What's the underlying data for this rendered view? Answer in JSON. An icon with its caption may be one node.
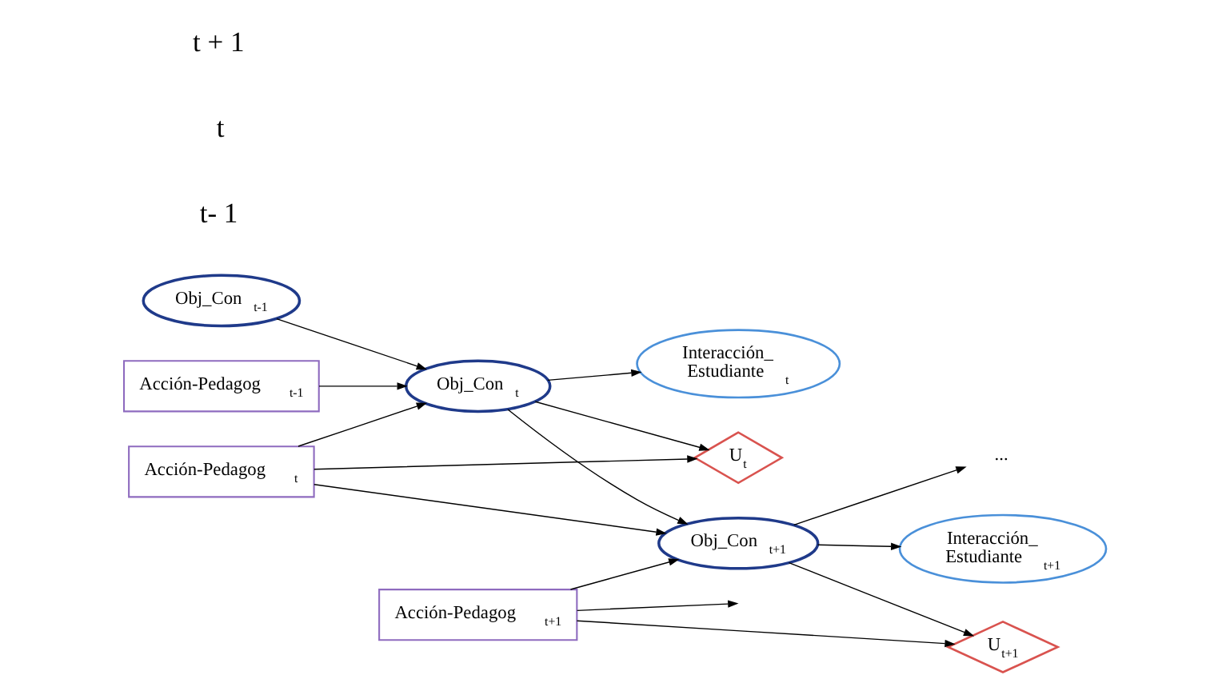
{
  "diagram": {
    "nodes": [
      {
        "text": [
          "Acción-Pedagog$_{t-1}$"
        ]
      },
      {
        "text": [
          "Obj_Con$_{t-1}$"
        ]
      },
      {
        "text": [
          "Acción-Pedagog$_{t}$"
        ]
      },
      {
        "text": [
          "U$_{t}$"
        ]
      },
      {
        "text": [
          "Obj_Con$_{t}$"
        ]
      },
      {
        "text": [
          "Interacción_ Estudiante$_{t}$"
        ]
      },
      {
        "text": [
          "Acción-Pedagog$_{t+1}$"
        ]
      },
      {
        "text": [
          "U$_{t+1}$"
        ]
      },
      {
        "text": [
          "Obj_Con$_{t+1}$"
        ]
      },
      {
        "text": [
          "Interacción_ Estudiante$_{t+1}$"
        ]
      },
      {
        "text": [
          "..."
        ]
      }
    ],
    "edges": [
      {
        "from": 0,
        "to": 4,
        "arrow": "to"
      },
      {
        "from": 1,
        "to": 4,
        "arrow": "to"
      },
      {
        "from": 2,
        "to": 3,
        "arrow": "to"
      },
      {
        "from": 2,
        "to": 4,
        "arrow": "to"
      },
      {
        "from": 2,
        "to": 8,
        "arrow": "to"
      },
      {
        "from": 4,
        "to": 3,
        "arrow": "to"
      },
      {
        "from": 4,
        "to": 5,
        "arrow": "to"
      },
      {
        "from": 4,
        "to": 8,
        "arrow": "to"
      },
      {
        "from": 6,
        "to": 7,
        "arrow": "to"
      },
      {
        "from": 6,
        "to": 8,
        "arrow": "to"
      },
      {
        "from": 6,
        "to": null,
        "arrow": "to"
      },
      {
        "from": 8,
        "to": 7,
        "arrow": "to"
      },
      {
        "from": 8,
        "to": 9,
        "arrow": "to"
      },
      {
        "from": 8,
        "to": 10,
        "arrow": "to"
      }
    ],
    "labels": [
      "t- 1",
      "t",
      "t + 1"
    ]
  }
}
